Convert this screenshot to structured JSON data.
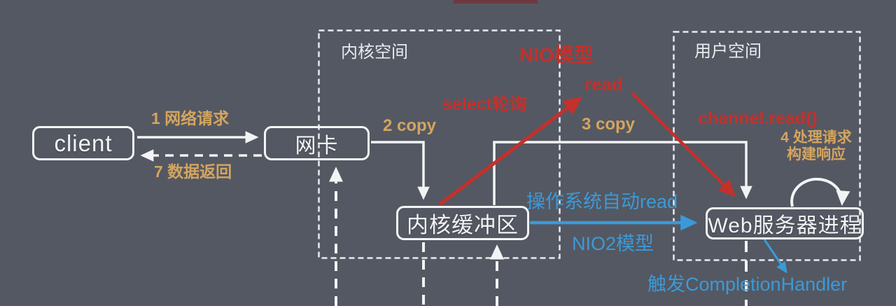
{
  "diagram": {
    "title_hint": "NIO / NIO2 IO模型流程图",
    "background_color": "#545862",
    "nodes": {
      "client": {
        "label": "client"
      },
      "nic": {
        "label": "网卡"
      },
      "kernel_buffer": {
        "label": "内核缓冲区"
      },
      "web_server": {
        "label": "Web服务器进程"
      }
    },
    "regions": {
      "kernel_space": {
        "label": "内核空间"
      },
      "user_space": {
        "label": "用户空间"
      }
    },
    "flow_labels": {
      "step1": "1 网络请求",
      "step7": "7 数据返回",
      "copy2": "2 copy",
      "copy3": "3 copy",
      "step4_line1": "4 处理请求",
      "step4_line2": "构建响应"
    },
    "nio_labels": {
      "nio_model": "NIO模型",
      "select_poll": "select轮询",
      "read": "read",
      "channel_read": "channel.read()"
    },
    "nio2_labels": {
      "os_auto_read": "操作系统自动read",
      "nio2_model": "NIO2模型",
      "completion_handler": "触发CompletionHandler"
    },
    "colors": {
      "step_label_tan": "#d4a55f",
      "nio_red": "#c5302b",
      "nio2_blue": "#3a9ad9",
      "line_white": "#f2f3f5",
      "background": "#545862"
    }
  }
}
